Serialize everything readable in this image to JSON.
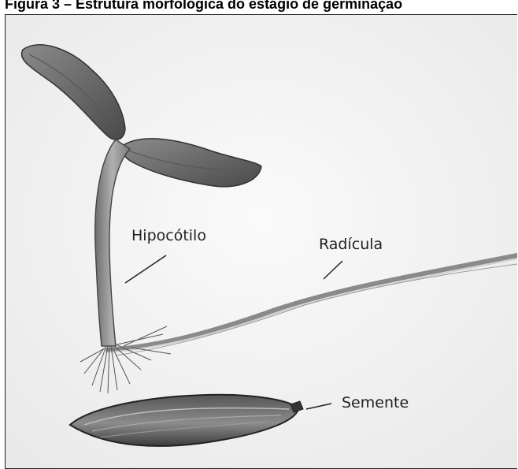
{
  "figure": {
    "title": "Figura 3 – Estrutura morfológica do estágio de germinação",
    "labels": {
      "hypocotyl": "Hipocótilo",
      "radicle": "Radícula",
      "seed": "Semente"
    }
  }
}
